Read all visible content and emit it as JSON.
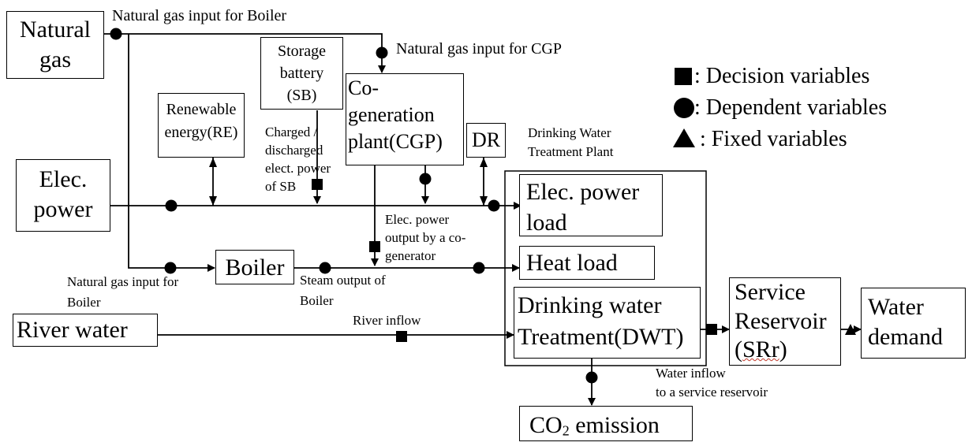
{
  "boxes": {
    "natural_gas": [
      "Natural",
      "gas"
    ],
    "storage_battery": [
      "Storage",
      "battery",
      "(SB)"
    ],
    "cgp": [
      "Co-",
      "generation",
      "plant(CGP)"
    ],
    "renewable": [
      "Renewable",
      "energy(RE)"
    ],
    "dr": "DR",
    "elec_power": [
      "Elec.",
      "power"
    ],
    "boiler": "Boiler",
    "river_water": "River water",
    "elec_load": [
      "Elec. power",
      "load"
    ],
    "heat_load": "Heat load",
    "dwt": [
      "Drinking water",
      "Treatment(DWT)"
    ],
    "service_reservoir": [
      "Service",
      "Reservoir",
      "(SRr)"
    ],
    "water_demand": [
      "Water",
      "demand"
    ],
    "co2": {
      "prefix": "CO",
      "sub": "2",
      "suffix": " emission"
    }
  },
  "labels": {
    "ng_boiler_top": "Natural gas input for Boiler",
    "ng_cgp": "Natural gas input for CGP",
    "charged": [
      "Charged /",
      "discharged",
      "elect. power",
      "of SB"
    ],
    "dwtp": [
      "Drinking Water",
      "Treatment Plant"
    ],
    "cgp_output": [
      "Elec. power",
      "output by a co-",
      "generator"
    ],
    "ng_boiler_bottom": [
      "Natural gas input for",
      "Boiler"
    ],
    "steam": [
      "Steam output of",
      "Boiler"
    ],
    "river_inflow": "River inflow",
    "water_inflow": [
      "Water inflow",
      "to a service reservoir"
    ]
  },
  "legend": {
    "decision": ": Decision variables",
    "dependent": ": Dependent variables",
    "fixed": ": Fixed variables"
  }
}
